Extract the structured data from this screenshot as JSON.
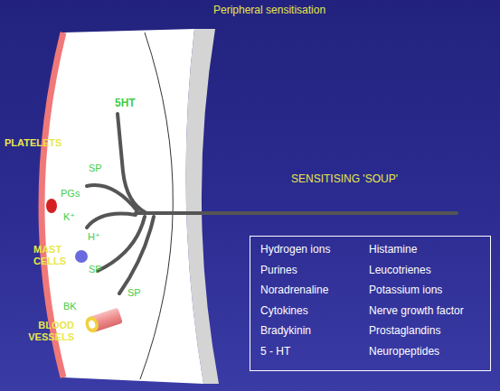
{
  "diagram": {
    "title": "Peripheral sensitisation",
    "nodes": [
      {
        "text": [
          "Hydrogen ions",
          "Histamine",
          "Purines",
          "Leucotrienes",
          "Noradrenaline",
          "Potassium ions",
          "Cytokines",
          "Nerve growth factor",
          "Bradykinin",
          "Prostaglandins",
          "5 - HT",
          "Neuropeptides"
        ]
      }
    ],
    "labels": [
      "PLATELETS",
      "MAST CELLS",
      "BLOOD VESSELS",
      "5HT",
      "SP",
      "PGs",
      "K⁺",
      "H⁺",
      "SP",
      "BK",
      "SP",
      "SENSITISING 'SOUP'"
    ]
  }
}
